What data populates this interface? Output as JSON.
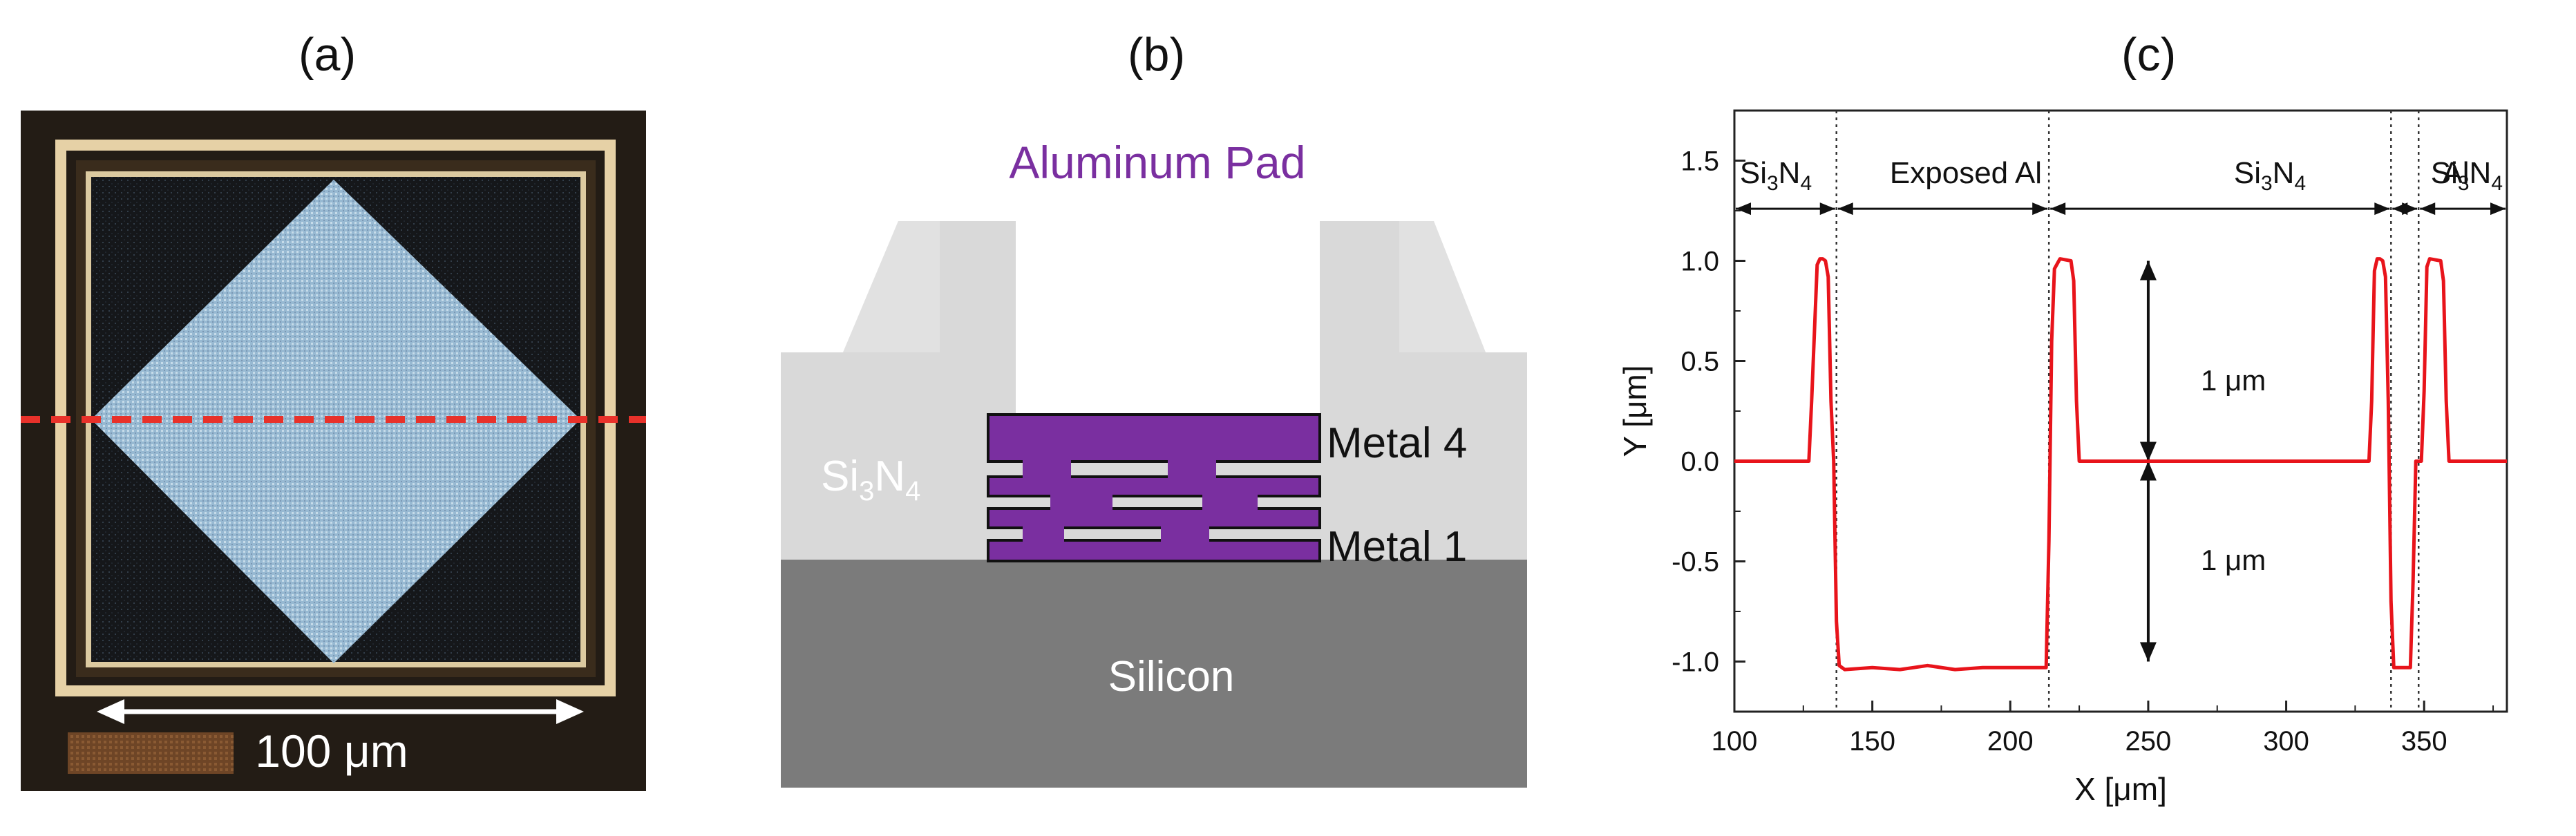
{
  "panels": {
    "a": {
      "label": "(a)",
      "scale_bar_text": "100 μm",
      "colors": {
        "dashed_line": "#e8312a",
        "frame": "#e9d3a8",
        "background": "#1b1712"
      }
    },
    "b": {
      "label": "(b)",
      "title": "Aluminum Pad",
      "nitride": {
        "main": "Si",
        "sub1": "3",
        "mid": "N",
        "sub2": "4"
      },
      "metal_top_label": "Metal 4",
      "metal_bottom_label": "Metal 1",
      "substrate_label": "Silicon",
      "colors": {
        "pad": "#7a2fa0",
        "nitride": "#d8d8d8",
        "silicon": "#7b7b7b",
        "title": "#7a2fa0"
      }
    },
    "c": {
      "label": "(c)",
      "regions": [
        {
          "main": "Si",
          "sub1": "3",
          "mid": "N",
          "sub2": "4"
        },
        {
          "text": "Exposed Al"
        },
        {
          "main": "Si",
          "sub1": "3",
          "mid": "N",
          "sub2": "4"
        },
        {
          "text": "Al"
        },
        {
          "main": "Si",
          "sub1": "3",
          "mid": "N",
          "sub2": "4"
        }
      ],
      "annotations": [
        "1 μm",
        "1 μm"
      ],
      "colors": {
        "trace": "#e8141b",
        "axis": "#222222"
      }
    }
  },
  "chart_data": {
    "type": "line",
    "title": "",
    "xlabel": "X [μm]",
    "ylabel": "Y [μm]",
    "xlim": [
      100,
      380
    ],
    "ylim": [
      -1.25,
      1.75
    ],
    "xticks": [
      100,
      150,
      200,
      250,
      300,
      350
    ],
    "yticks": [
      1.5,
      1.0,
      0.5,
      0.0,
      -0.5,
      -1.0
    ],
    "xtick_labels": [
      "100",
      "150",
      "200",
      "250",
      "300",
      "350"
    ],
    "ytick_labels": [
      "1.5",
      "1.0",
      "0.5",
      "0.0",
      "-0.5",
      "-1.0"
    ],
    "boundaries": [
      137,
      214,
      338,
      348
    ],
    "series": [
      {
        "x": [
          100,
          127,
          128,
          130,
          131,
          132,
          133,
          134,
          135,
          136,
          137,
          138,
          140,
          150,
          160,
          170,
          180,
          190,
          200,
          210,
          213,
          214,
          215,
          216,
          218,
          222,
          223,
          224,
          225,
          226,
          230,
          250,
          270,
          290,
          310,
          330,
          331,
          332,
          333,
          334,
          335,
          336,
          337,
          338,
          339,
          345,
          346,
          347,
          348,
          349,
          350,
          351,
          352,
          356,
          357,
          358,
          359,
          380
        ],
        "y": [
          0.0,
          0.0,
          0.3,
          0.98,
          1.01,
          1.01,
          1.0,
          0.92,
          0.3,
          0.0,
          -0.8,
          -1.02,
          -1.04,
          -1.03,
          -1.04,
          -1.02,
          -1.04,
          -1.03,
          -1.03,
          -1.03,
          -1.03,
          -0.4,
          0.6,
          0.96,
          1.01,
          1.0,
          0.9,
          0.3,
          0.0,
          0.0,
          0.0,
          0.0,
          0.0,
          0.0,
          0.0,
          0.0,
          0.3,
          0.95,
          1.01,
          1.01,
          1.0,
          0.92,
          0.3,
          -0.7,
          -1.03,
          -1.03,
          -0.6,
          0.0,
          0.0,
          0.0,
          0.35,
          0.97,
          1.01,
          1.0,
          0.9,
          0.3,
          0.0,
          0.0
        ]
      }
    ],
    "grid": false,
    "legend": "none"
  }
}
